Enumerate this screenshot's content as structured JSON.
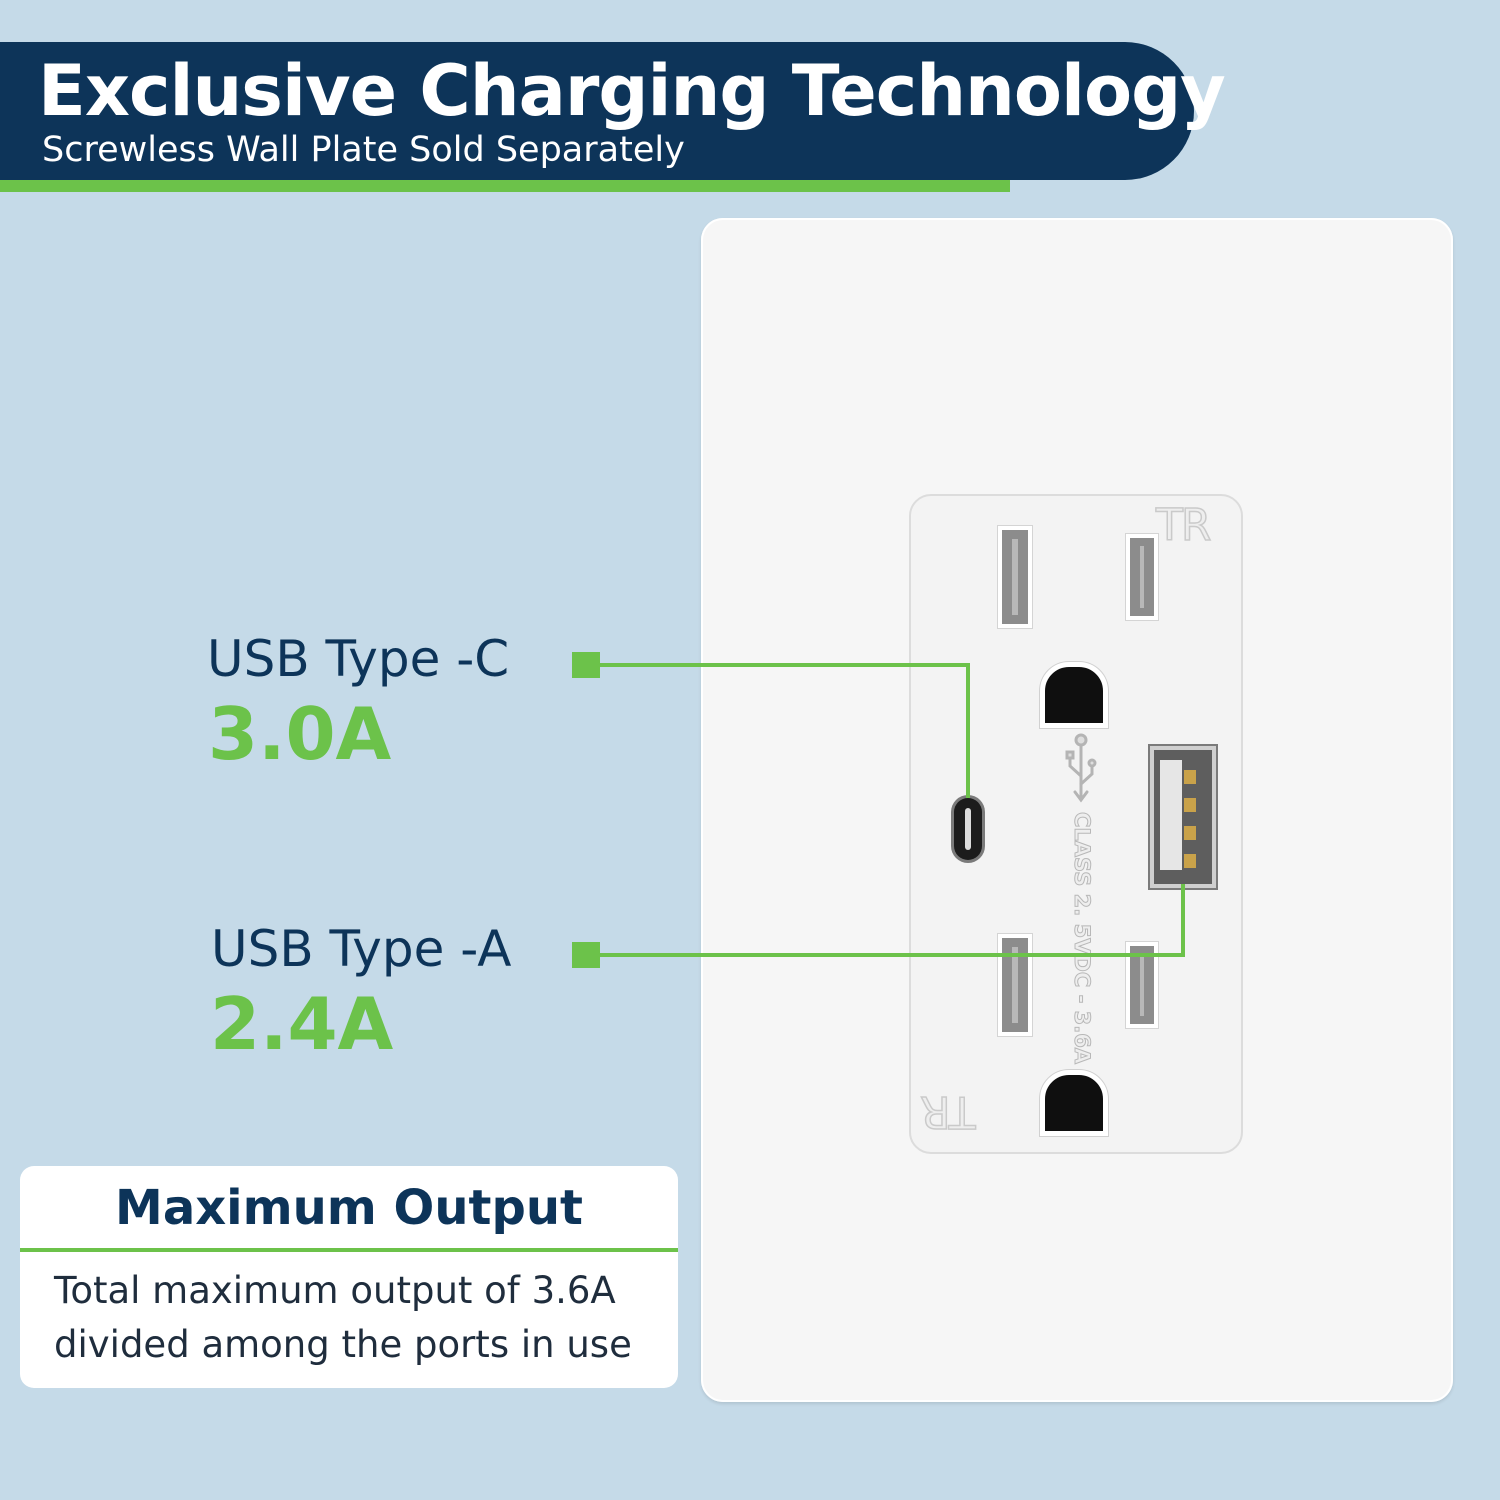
{
  "colors": {
    "background": "#c5dae8",
    "navy": "#0d3459",
    "green": "#6cc24a",
    "white": "#ffffff"
  },
  "header": {
    "title": "Exclusive Charging Technology",
    "subtitle": "Screwless Wall Plate Sold Separately"
  },
  "outlet": {
    "tr_mark": "TR",
    "usb_icon": "usb-icon",
    "rating": "CLASS 2.    5VDC - 3.6A"
  },
  "callouts": [
    {
      "label": "USB Type -C",
      "value": "3.0A"
    },
    {
      "label": "USB Type -A",
      "value": "2.4A"
    }
  ],
  "info_box": {
    "title": "Maximum Output",
    "body_line1": "Total maximum output of 3.6A",
    "body_line2": "divided among the ports in use"
  }
}
